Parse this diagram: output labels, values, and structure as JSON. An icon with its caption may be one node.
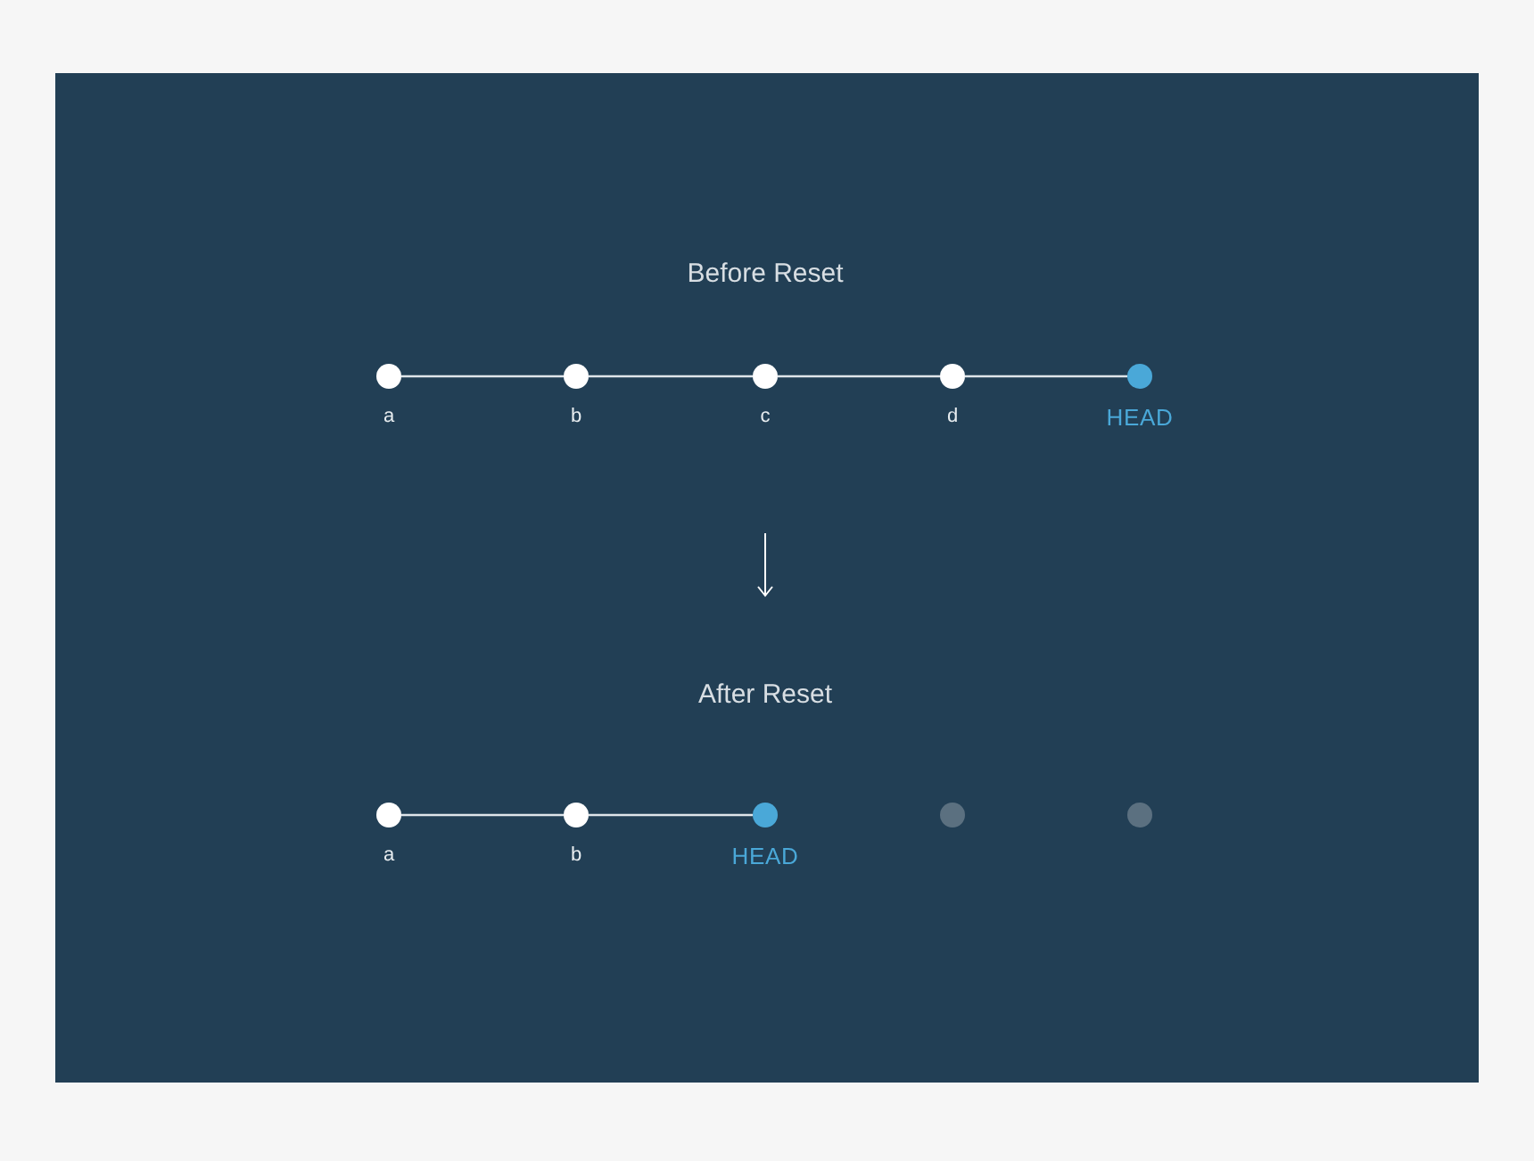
{
  "diagram": {
    "nodes": [
      {
        "text": [],
        "shape": "circle",
        "beside": [
          "a"
        ]
      },
      {
        "text": [],
        "shape": "circle",
        "beside": [
          "b"
        ]
      },
      {
        "text": [],
        "shape": "circle",
        "beside": [
          "c"
        ]
      },
      {
        "text": [],
        "shape": "circle",
        "beside": [
          "d"
        ]
      },
      {
        "text": [],
        "shape": "circle",
        "beside": [
          "HEAD"
        ]
      },
      {
        "text": [],
        "shape": "circle",
        "beside": [
          "a"
        ]
      },
      {
        "text": [],
        "shape": "circle",
        "beside": [
          "b"
        ]
      },
      {
        "text": [],
        "shape": "circle",
        "beside": [
          "HEAD"
        ]
      },
      {
        "text": [],
        "shape": "circle"
      },
      {
        "text": [],
        "shape": "circle"
      }
    ],
    "edges": [
      {
        "from": 0,
        "to": 1,
        "arrow": "none"
      },
      {
        "from": 1,
        "to": 2,
        "arrow": "none"
      },
      {
        "from": 2,
        "to": 3,
        "arrow": "none"
      },
      {
        "from": 3,
        "to": 4,
        "arrow": "none"
      },
      {
        "from": 5,
        "to": 6,
        "arrow": "none"
      },
      {
        "from": 6,
        "to": 7,
        "arrow": "none"
      }
    ],
    "labels": [
      "Before Reset",
      "After Reset"
    ]
  }
}
